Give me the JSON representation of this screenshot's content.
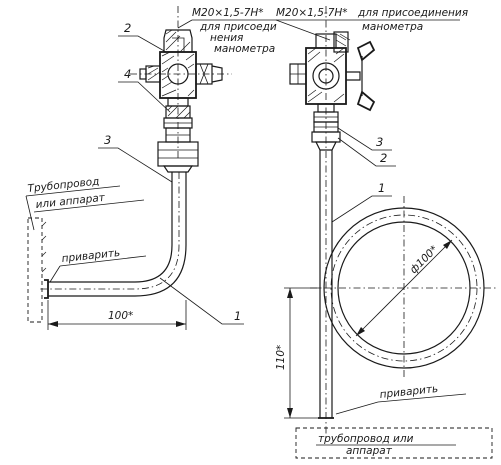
{
  "labels": {
    "thread_1": "M20×1,5-7H*",
    "thread_2": "M20×1,5-7H*",
    "for_connection": "для присоединения",
    "manometer_right": "манометра",
    "for_connection_left_l1": "для присоеди",
    "for_connection_left_l2": "нения",
    "manometer_left": "манометра",
    "pipeline_left_l1": "Трубопровод",
    "pipeline_left_l2": "или аппарат",
    "weld_left": "приварить",
    "weld_right": "приварить",
    "pipeline_right_l1": "трубопровод или",
    "pipeline_right_l2": "аппарат",
    "dim_100": "100*",
    "dim_110": "110*",
    "dim_phi100": "ф100*"
  },
  "callouts": {
    "left_view": [
      "2",
      "4",
      "3",
      "1"
    ],
    "right_view": [
      "3",
      "2",
      "1"
    ]
  },
  "colors": {
    "ink": "#1a1a1a",
    "paper": "#ffffff"
  }
}
